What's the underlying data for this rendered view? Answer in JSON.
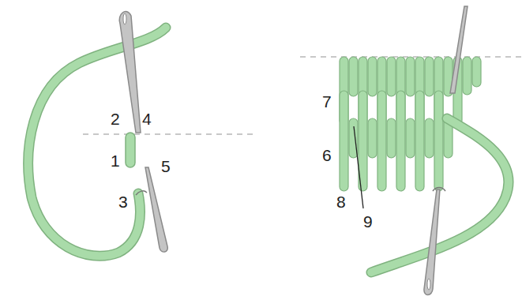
{
  "diagram": {
    "labels": [
      "2",
      "4",
      "1",
      "5",
      "3",
      "7",
      "6",
      "8",
      "9"
    ]
  }
}
